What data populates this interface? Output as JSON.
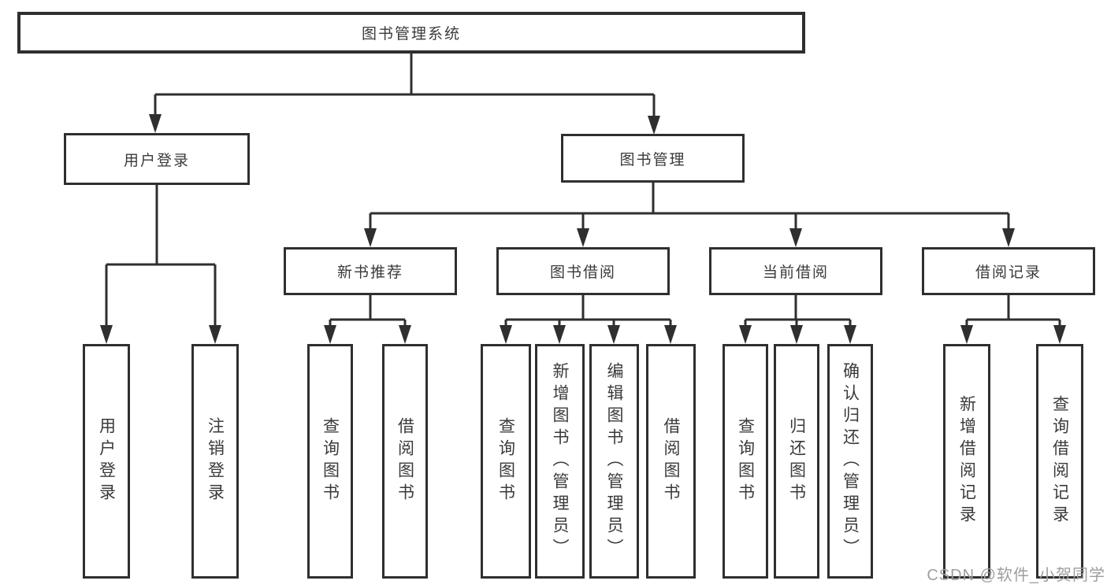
{
  "diagram_title": "图书管理系统",
  "colors": {
    "line": "#2f2f2f",
    "box_border": "#2f2f2f",
    "text": "#3a3a3a",
    "background": "#ffffff",
    "watermark": "#9e9e9e"
  },
  "tree": {
    "label": "图书管理系统",
    "children": [
      {
        "label": "用户登录",
        "children": [
          {
            "label": "用户登录"
          },
          {
            "label": "注销登录"
          }
        ]
      },
      {
        "label": "图书管理",
        "children": [
          {
            "label": "新书推荐",
            "children": [
              {
                "label": "查询图书"
              },
              {
                "label": "借阅图书"
              }
            ]
          },
          {
            "label": "图书借阅",
            "children": [
              {
                "label": "查询图书"
              },
              {
                "label": "新增图书（管理员）"
              },
              {
                "label": "编辑图书（管理员）"
              },
              {
                "label": "借阅图书"
              }
            ]
          },
          {
            "label": "当前借阅",
            "children": [
              {
                "label": "查询图书"
              },
              {
                "label": "归还图书"
              },
              {
                "label": "确认归还（管理员）"
              }
            ]
          },
          {
            "label": "借阅记录",
            "children": [
              {
                "label": "新增借阅记录"
              },
              {
                "label": "查询借阅记录"
              }
            ]
          }
        ]
      }
    ]
  },
  "watermark": "CSDN @软件_小贺同学"
}
